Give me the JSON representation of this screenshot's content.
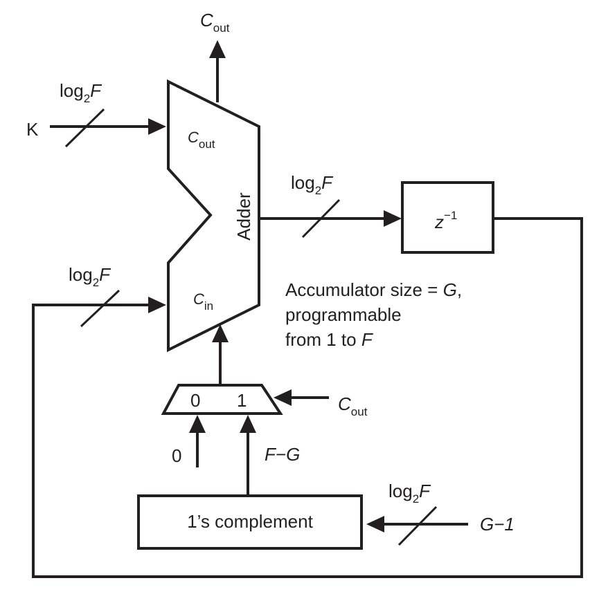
{
  "labels": {
    "log_base": "log",
    "log_sub": "2",
    "log_var": "F",
    "k_input": "K",
    "cout_main": "C",
    "cin_main": "C",
    "out_sub": "out",
    "in_sub": "in",
    "adder": "Adder",
    "delay_main": "z",
    "delay_exp": "−1",
    "note_line1": "Accumulator size = ",
    "note_g": "G",
    "note_comma": ",",
    "note_line2": "programmable",
    "note_line3": "from 1 to ",
    "note_f": "F",
    "mux_0": "0",
    "mux_1": "1",
    "const_zero": "0",
    "f_minus_g": "F−G",
    "ones_complement": "1’s complement",
    "g_minus_1": "G−1"
  }
}
